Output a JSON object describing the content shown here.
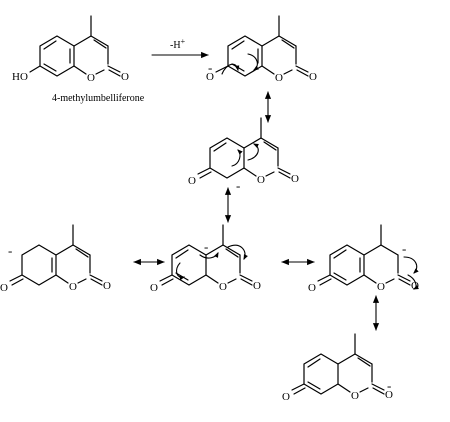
{
  "scheme": {
    "compound_name": "4-methylumbelliferone",
    "reaction_label": "-H",
    "reaction_label_sup": "+",
    "hydroxyl_label": "HO",
    "oxygen_label": "O",
    "negative_charge": "-"
  },
  "colors": {
    "ink": "#000000",
    "background": "#ffffff"
  }
}
